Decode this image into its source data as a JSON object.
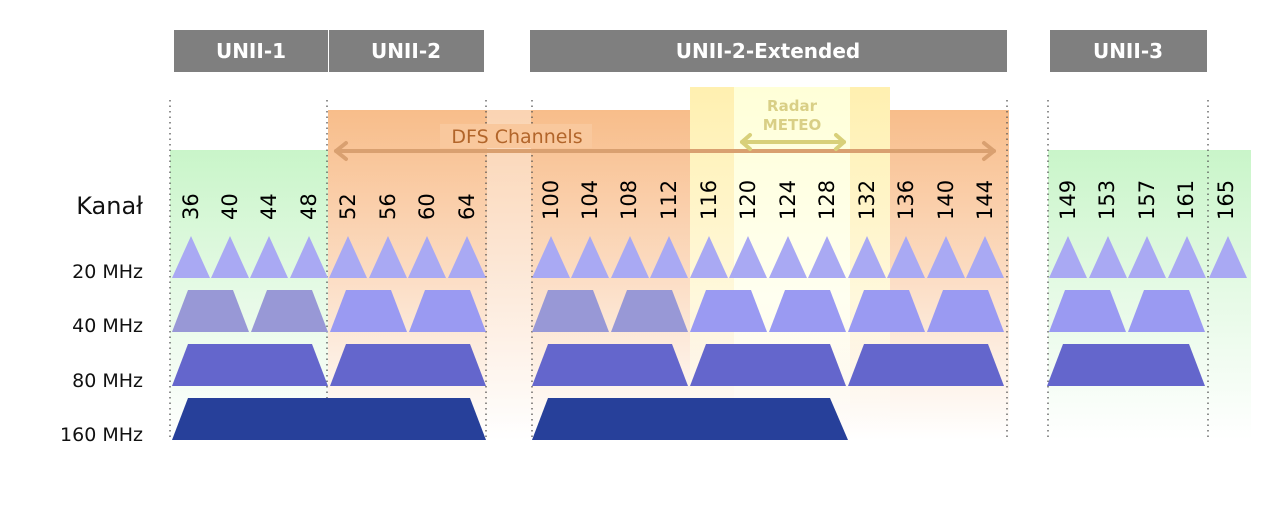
{
  "bands": [
    {
      "label": "UNII-1"
    },
    {
      "label": "UNII-2"
    },
    {
      "label": "UNII-2-Extended"
    },
    {
      "label": "UNII-3"
    }
  ],
  "dfs_label": "DFS Channels",
  "radar_label_line1": "Radar",
  "radar_label_line2": "METEO",
  "kanal_label": "Kanał",
  "row_labels": [
    "20 MHz",
    "40 MHz",
    "80 MHz",
    "160 MHz"
  ],
  "channels": [
    "36",
    "40",
    "44",
    "48",
    "52",
    "56",
    "60",
    "64",
    "100",
    "104",
    "108",
    "112",
    "116",
    "120",
    "124",
    "128",
    "132",
    "136",
    "140",
    "144",
    "149",
    "153",
    "157",
    "161",
    "165"
  ],
  "colors": {
    "band_header": "#7f7f7f",
    "green_zone": "#c9f5c9",
    "dfs_zone": "#f8bd8a",
    "radar_zone": "#fff3b8",
    "ch20": "#a9a9f3",
    "ch40_light": "#9a9af2",
    "ch40_dim": "#9898d6",
    "ch80": "#6466cc",
    "ch160": "#27409a",
    "dfs_arrow": "#d9a070",
    "radar_arrow": "#d8d07a"
  }
}
